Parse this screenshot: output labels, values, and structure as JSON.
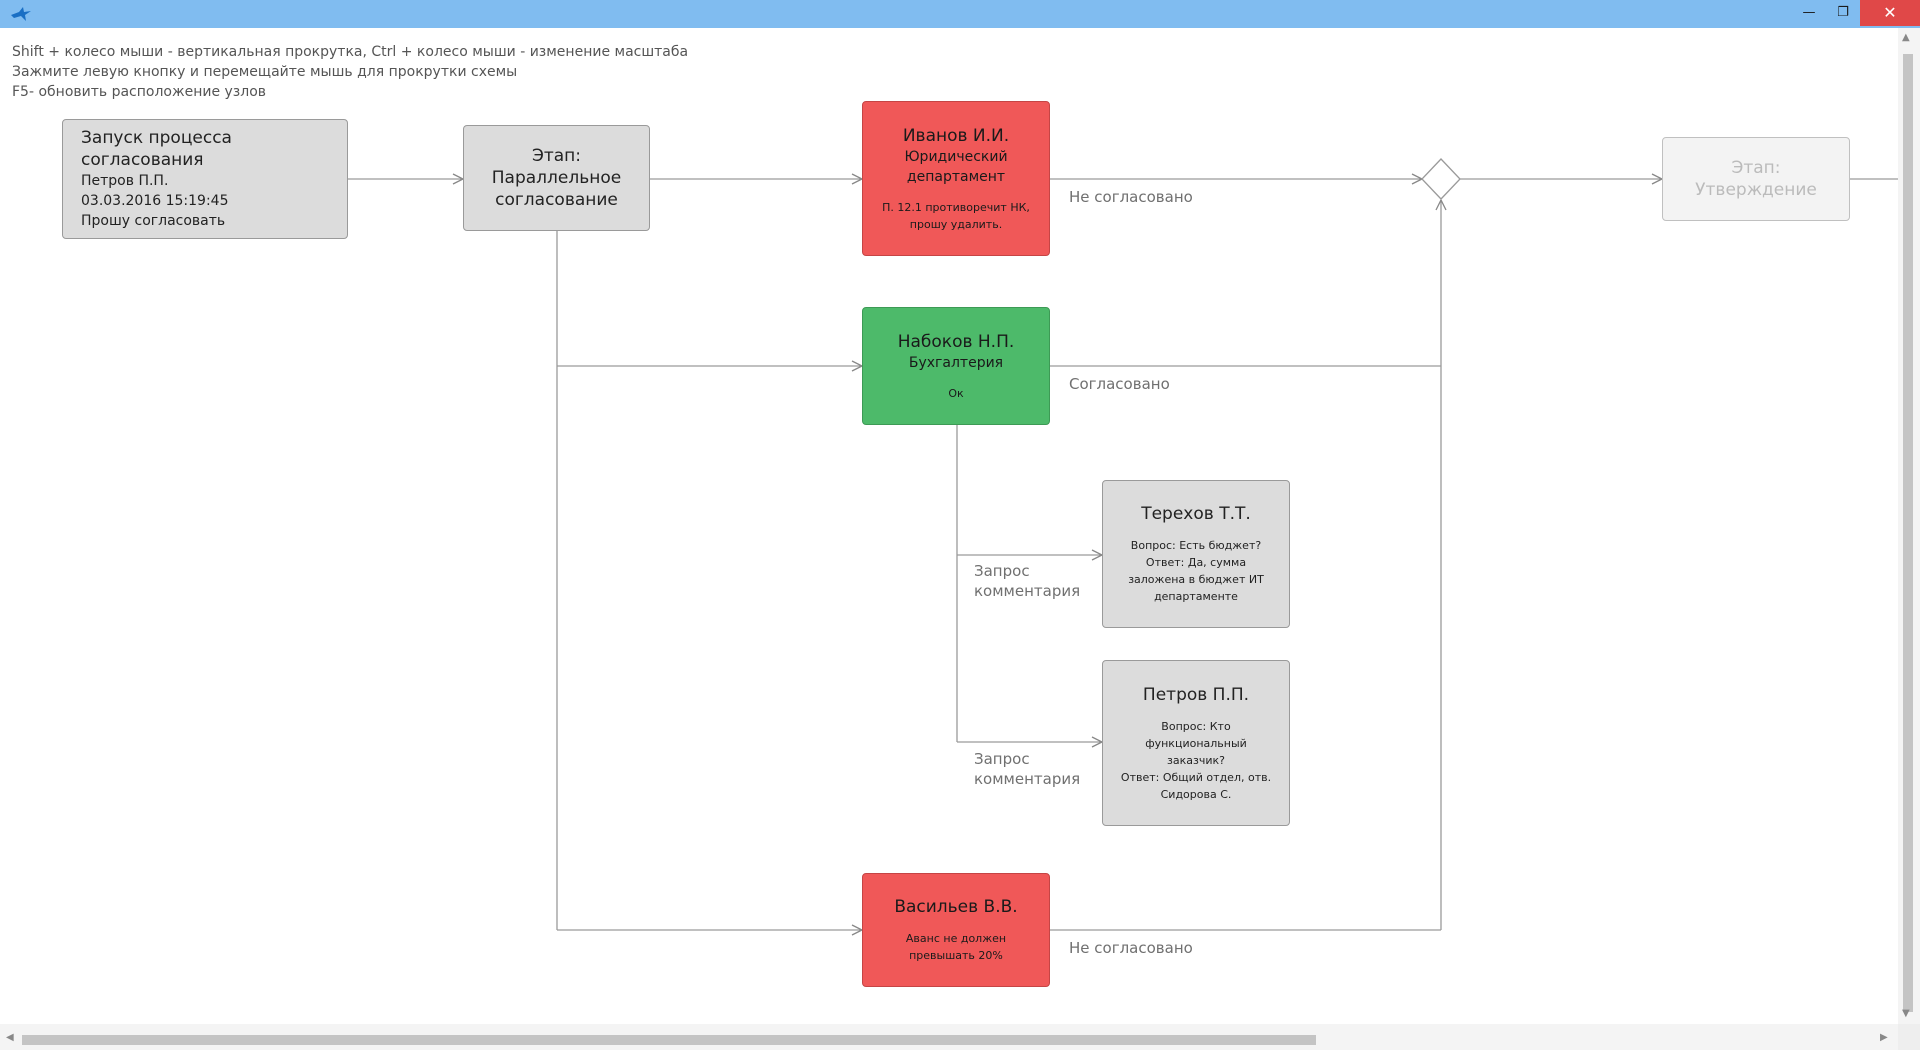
{
  "window": {
    "minimize_icon": "minimize-icon",
    "maximize_icon": "restore-icon",
    "close_icon": "close-icon",
    "minimize_glyph": "—",
    "maximize_glyph": "❐",
    "close_glyph": "✕"
  },
  "hints": [
    "Shift + колесо мыши - вертикальная прокрутка, Ctrl + колесо мыши - изменение масштаба",
    "Зажмите левую кнопку и перемещайте мышь для прокрутки схемы",
    "F5- обновить расположение узлов"
  ],
  "colors": {
    "rejected": "#f05858",
    "approved": "#4dba6a",
    "neutral": "#dcdcdc",
    "inactive": "#f3f3f3",
    "titlebar": "#80bcf0"
  },
  "nodes": {
    "start": {
      "title": "Запуск процесса согласования",
      "author": "Петров П.П.",
      "datetime": "03.03.2016 15:19:45",
      "comment": "Прошу согласовать"
    },
    "parallel_stage": {
      "line1": "Этап:",
      "line2": "Параллельное",
      "line3": "согласование"
    },
    "ivanov": {
      "name": "Иванов И.И.",
      "dept_line1": "Юридический",
      "dept_line2": "департамент",
      "note_line1": "П. 12.1 противоречит НК,",
      "note_line2": "прошу удалить."
    },
    "nabokov": {
      "name": "Набоков Н.П.",
      "dept": "Бухгалтерия",
      "note": "Ок"
    },
    "terekhov": {
      "name": "Терехов Т.Т.",
      "note_line1": "Вопрос: Есть бюджет?",
      "note_line2": "Ответ: Да, сумма",
      "note_line3": "заложена в бюджет ИТ",
      "note_line4": "департаменте"
    },
    "petrov": {
      "name": "Петров П.П.",
      "note_line1": "Вопрос: Кто",
      "note_line2": "функциональный",
      "note_line3": "заказчик?",
      "note_line4": "Ответ: Общий отдел, отв.",
      "note_line5": "Сидорова С."
    },
    "vasiliev": {
      "name": "Васильев В.В.",
      "note_line1": "Аванс не должен",
      "note_line2": "превышать 20%"
    },
    "approval_stage": {
      "line1": "Этап:",
      "line2": "Утверждение"
    }
  },
  "edge_labels": {
    "ivanov": "Не согласовано",
    "nabokov": "Согласовано",
    "vasiliev": "Не согласовано",
    "comment1_line1": "Запрос",
    "comment1_line2": "комментария",
    "comment2_line1": "Запрос",
    "comment2_line2": "комментария"
  },
  "scrollbars": {
    "up_glyph": "▲",
    "down_glyph": "▼",
    "left_glyph": "◀",
    "right_glyph": "▶"
  }
}
